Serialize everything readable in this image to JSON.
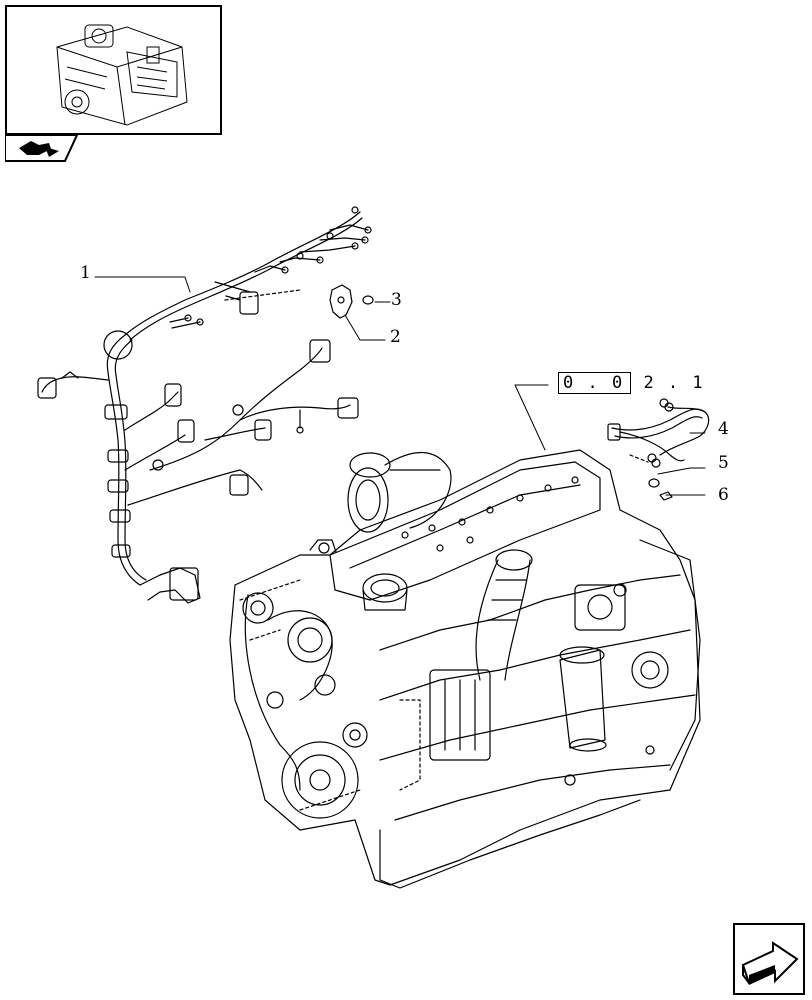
{
  "thumbnail": {
    "alt": "engine-thumbnail"
  },
  "reference": {
    "part1": "0 . 0",
    "part2": "2 . 1"
  },
  "callouts": [
    {
      "id": "1",
      "label": "1"
    },
    {
      "id": "2",
      "label": "2"
    },
    {
      "id": "3",
      "label": "3"
    },
    {
      "id": "4",
      "label": "4"
    },
    {
      "id": "5",
      "label": "5"
    },
    {
      "id": "6",
      "label": "6"
    }
  ],
  "icons": {
    "catalog_tab": "book-pointer-icon",
    "next_page": "arrow-next-icon"
  },
  "colors": {
    "line": "#000000",
    "background": "#ffffff"
  }
}
